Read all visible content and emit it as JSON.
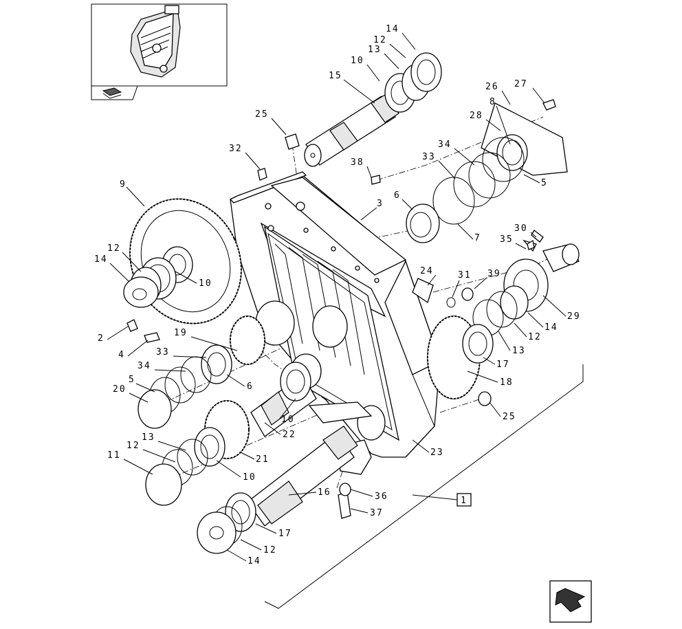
{
  "diagram": {
    "ref_box_label": "1",
    "callouts": [
      {
        "id": "c14a",
        "label": "14"
      },
      {
        "id": "c12a",
        "label": "12"
      },
      {
        "id": "c13a",
        "label": "13"
      },
      {
        "id": "c10a",
        "label": "10"
      },
      {
        "id": "c15",
        "label": "15"
      },
      {
        "id": "c27",
        "label": "27"
      },
      {
        "id": "c26",
        "label": "26"
      },
      {
        "id": "c8",
        "label": "8"
      },
      {
        "id": "c28",
        "label": "28"
      },
      {
        "id": "c25a",
        "label": "25"
      },
      {
        "id": "c34a",
        "label": "34"
      },
      {
        "id": "c33a",
        "label": "33"
      },
      {
        "id": "c32",
        "label": "32"
      },
      {
        "id": "c38",
        "label": "38"
      },
      {
        "id": "c5a",
        "label": "5"
      },
      {
        "id": "c9",
        "label": "9"
      },
      {
        "id": "c6a",
        "label": "6"
      },
      {
        "id": "c3",
        "label": "3"
      },
      {
        "id": "c7",
        "label": "7"
      },
      {
        "id": "c30",
        "label": "30"
      },
      {
        "id": "c35",
        "label": "35"
      },
      {
        "id": "c12b",
        "label": "12"
      },
      {
        "id": "c14b",
        "label": "14"
      },
      {
        "id": "c10b",
        "label": "10"
      },
      {
        "id": "c24",
        "label": "24"
      },
      {
        "id": "c31",
        "label": "31"
      },
      {
        "id": "c39",
        "label": "39"
      },
      {
        "id": "c29",
        "label": "29"
      },
      {
        "id": "c14c",
        "label": "14"
      },
      {
        "id": "c12c",
        "label": "12"
      },
      {
        "id": "c2",
        "label": "2"
      },
      {
        "id": "c13b",
        "label": "13"
      },
      {
        "id": "c4",
        "label": "4"
      },
      {
        "id": "c19",
        "label": "19"
      },
      {
        "id": "c17a",
        "label": "17"
      },
      {
        "id": "c33b",
        "label": "33"
      },
      {
        "id": "c34b",
        "label": "34"
      },
      {
        "id": "c18",
        "label": "18"
      },
      {
        "id": "c5b",
        "label": "5"
      },
      {
        "id": "c6b",
        "label": "6"
      },
      {
        "id": "c20",
        "label": "20"
      },
      {
        "id": "c25b",
        "label": "25"
      },
      {
        "id": "c10c",
        "label": "10"
      },
      {
        "id": "c22",
        "label": "22"
      },
      {
        "id": "c13c",
        "label": "13"
      },
      {
        "id": "c12d",
        "label": "12"
      },
      {
        "id": "c23",
        "label": "23"
      },
      {
        "id": "c21",
        "label": "21"
      },
      {
        "id": "c11",
        "label": "11"
      },
      {
        "id": "c10d",
        "label": "10"
      },
      {
        "id": "c16",
        "label": "16"
      },
      {
        "id": "c36",
        "label": "36"
      },
      {
        "id": "c37",
        "label": "37"
      },
      {
        "id": "c17b",
        "label": "17"
      },
      {
        "id": "c12e",
        "label": "12"
      },
      {
        "id": "c14d",
        "label": "14"
      }
    ]
  }
}
